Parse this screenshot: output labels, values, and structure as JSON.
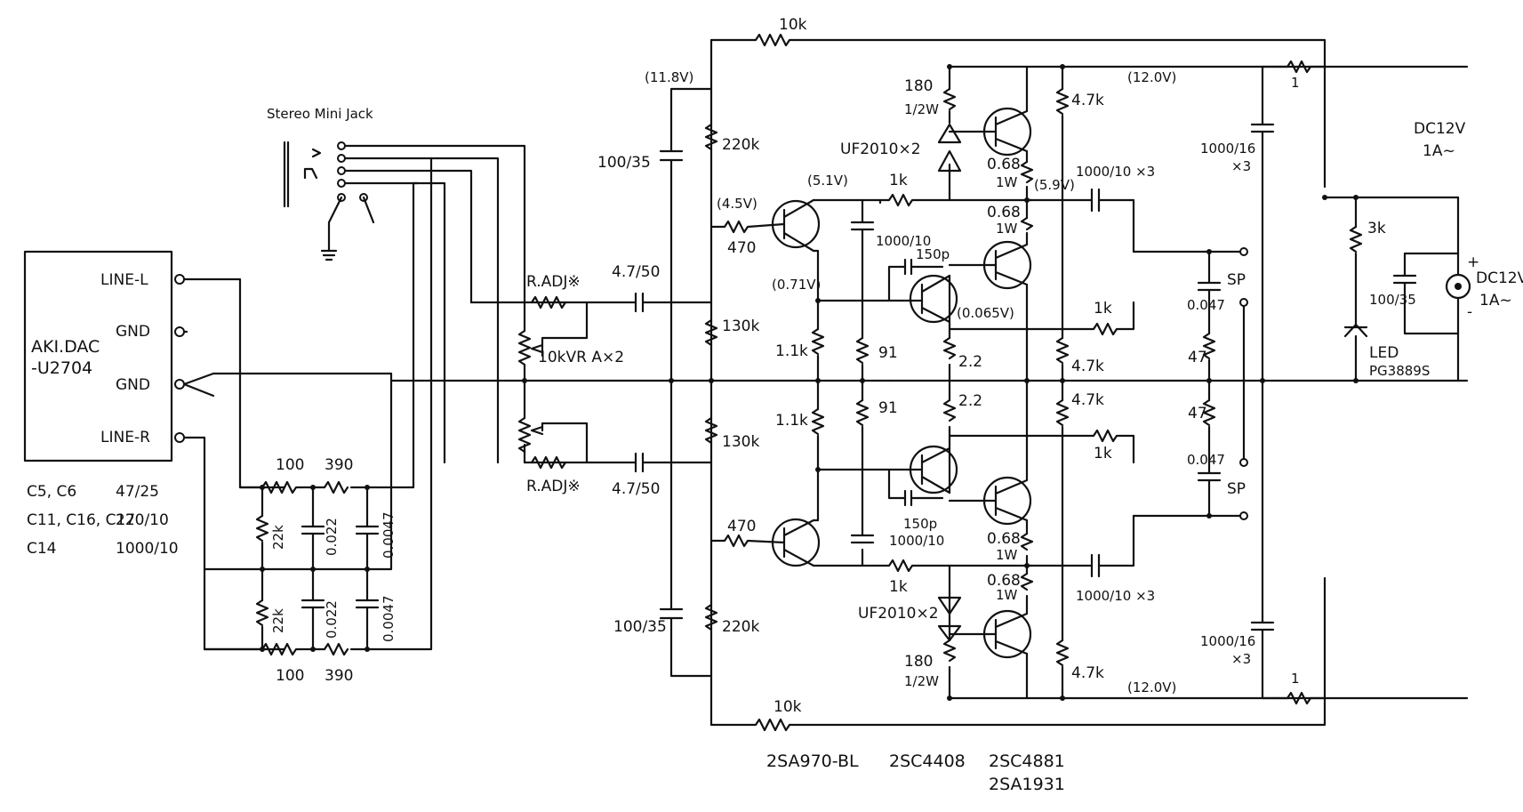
{
  "dac": {
    "line1": "AKI.DAC",
    "line2": "-U2704",
    "line_l": "LINE-L",
    "gnd1": "GND",
    "gnd2": "GND",
    "line_r": "LINE-R"
  },
  "cap_notes": [
    {
      "refs": "C5, C6",
      "value": "47/25"
    },
    {
      "refs": "C11, C16, C17",
      "value": "220/10"
    },
    {
      "refs": "C14",
      "value": "1000/10"
    }
  ],
  "jack": {
    "label": "Stereo Mini Jack"
  },
  "filter": {
    "r100_top": "100",
    "r390_top": "390",
    "r100_bot": "100",
    "r390_bot": "390",
    "r22k_top": "22k",
    "r22k_bot": "22k",
    "c0022_top": "0.022",
    "c0022_bot": "0.022",
    "c0047_top": "0.0047",
    "c0047_bot": "0.0047"
  },
  "input": {
    "radj_top": "R.ADJ※",
    "radj_bot": "R.ADJ※",
    "vr": "10kVR A×2",
    "cin_top": "4.7/50",
    "cin_bot": "4.7/50"
  },
  "bias": {
    "v118": "(11.8V)",
    "c100_35_top": "100/35",
    "c100_35_bot": "100/35",
    "r220k_top": "220k",
    "r220k_bot": "220k",
    "r130k_top": "130k",
    "r130k_bot": "130k",
    "r10k_top": "10k",
    "r10k_bot": "10k",
    "v45": "(4.5V)"
  },
  "driver": {
    "r470_top": "470",
    "r470_bot": "470",
    "v51": "(5.1V)",
    "v071": "(0.71V)",
    "r11k_top": "1.1k",
    "r11k_bot": "1.1k",
    "r1k_a": "1k",
    "r1k_b": "1k",
    "c1000_10_top": "1000/10",
    "c1000_10_bot": "1000/10",
    "c150p_top": "150p",
    "c150p_bot": "150p",
    "v0065": "(0.065V)",
    "r91_top": "91",
    "r91_bot": "91"
  },
  "output": {
    "r180_top": "180",
    "r180w_top": "1/2W",
    "r180_bot": "180",
    "r180w_bot": "1/2W",
    "diode_top": "UF2010×2",
    "diode_bot": "UF2010×2",
    "r068_a": "0.68",
    "r068_aw": "1W",
    "r068_b": "0.68",
    "r068_bw": "1W",
    "r068_c": "0.68",
    "r068_cw": "1W",
    "r068_d": "0.68",
    "r068_dw": "1W",
    "v59": "(5.9V)",
    "r22_top": "2.2",
    "r22_bot": "2.2",
    "r47k_a": "4.7k",
    "r47k_b": "4.7k",
    "r47k_c": "4.7k",
    "r47k_d": "4.7k",
    "v12_top": "(12.0V)",
    "v12_bot": "(12.0V)",
    "cout_top": "1000/10 ×3",
    "cout_bot": "1000/10 ×3",
    "r1k_fb_top": "1k",
    "r1k_fb_bot": "1k"
  },
  "speaker": {
    "c0047_top": "0.047",
    "c0047_bot": "0.047",
    "r47_top": "47",
    "r47_bot": "47",
    "sp_top": "SP",
    "sp_bot": "SP"
  },
  "power": {
    "r1_top": "1",
    "r1_bot": "1",
    "c1000_16_top": "1000/16",
    "c1000_16_top_x": "×3",
    "c1000_16_bot": "1000/16",
    "c1000_16_bot_x": "×3",
    "dc_top": "DC12V",
    "dc_top_a": "1A~",
    "r3k": "3k",
    "c100_35": "100/35",
    "led": "LED",
    "led_part": "PG3889S",
    "dc_jack": "DC12V",
    "dc_jack_a": "1A~",
    "plus": "+",
    "minus": "-"
  },
  "parts": {
    "t1": "2SA970-BL",
    "t2": "2SC4408",
    "t3": "2SC4881",
    "t4": "2SA1931"
  }
}
